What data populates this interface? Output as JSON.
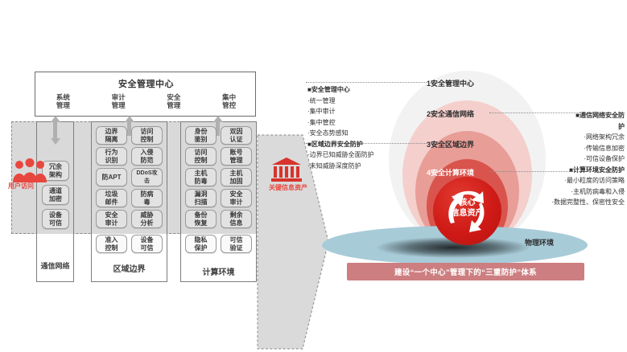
{
  "left_diagram": {
    "smc": {
      "title": "安全管理中心",
      "columns": [
        {
          "line1": "系统",
          "line2": "管理"
        },
        {
          "line1": "审计",
          "line2": "管理"
        },
        {
          "line1": "安全",
          "line2": "管理"
        },
        {
          "line1": "集中",
          "line2": "管控"
        }
      ]
    },
    "user_icon_label": "用户访问",
    "asset_icon_label": "关键信息资产",
    "zones": [
      {
        "name": "通信网络",
        "items": [
          [
            "冗余",
            "架构"
          ],
          [
            "通道",
            "加密"
          ],
          [
            "设备",
            "可信"
          ]
        ]
      },
      {
        "name": "区域边界",
        "col_a": [
          [
            "边界",
            "隔离"
          ],
          [
            "行为",
            "识别"
          ],
          [
            "防APT",
            ""
          ],
          [
            "垃圾",
            "邮件"
          ],
          [
            "安全",
            "审计"
          ],
          [
            "准入",
            "控制"
          ]
        ],
        "col_b": [
          [
            "访问",
            "控制"
          ],
          [
            "入侵",
            "防范"
          ],
          [
            "DDoS攻",
            "击"
          ],
          [
            "防病",
            "毒"
          ],
          [
            "威胁",
            "分析"
          ],
          [
            "设备",
            "可信"
          ]
        ]
      },
      {
        "name": "计算环境",
        "col_a": [
          [
            "身份",
            "鉴别"
          ],
          [
            "访问",
            "控制"
          ],
          [
            "主机",
            "防毒"
          ],
          [
            "漏洞",
            "扫描"
          ],
          [
            "备份",
            "恢复"
          ],
          [
            "隐私",
            "保护"
          ]
        ],
        "col_b": [
          [
            "双因",
            "认证"
          ],
          [
            "账号",
            "管理"
          ],
          [
            "主机",
            "加固"
          ],
          [
            "安全",
            "审计"
          ],
          [
            "剩余",
            "信息"
          ],
          [
            "可信",
            "验证"
          ]
        ]
      }
    ]
  },
  "right_diagram": {
    "rings": [
      {
        "label": "1安全管理中心",
        "color": "#f2f2f2"
      },
      {
        "label": "2安全通信网络",
        "color": "#f3cecb"
      },
      {
        "label": "3安全区域边界",
        "color": "#e79b96"
      },
      {
        "label": "4安全计算环境",
        "color": "#d9544c"
      }
    ],
    "core": {
      "line1": "核心",
      "line2": "信息资产"
    },
    "physical_label": "物理环境",
    "left_annotations": [
      {
        "type": "head",
        "text": "■安全管理中心"
      },
      {
        "type": "item",
        "text": "·统一管理"
      },
      {
        "type": "item",
        "text": "·集中审计"
      },
      {
        "type": "item",
        "text": "·集中管控"
      },
      {
        "type": "item",
        "text": "·安全态势感知"
      },
      {
        "type": "head",
        "text": "■区域边界安全防护"
      },
      {
        "type": "item",
        "text": "·边界已知威胁全面防护"
      },
      {
        "type": "item",
        "text": "·未知威胁深度防护"
      }
    ],
    "right_annotations": [
      {
        "type": "head",
        "text": "■通信网络安全防"
      },
      {
        "type": "head2",
        "text": "护"
      },
      {
        "type": "item",
        "text": "·网络架构冗余"
      },
      {
        "type": "item",
        "text": "·传输信息加密"
      },
      {
        "type": "item",
        "text": "·可信设备保护"
      },
      {
        "type": "head",
        "text": "■计算环境安全防护"
      },
      {
        "type": "item",
        "text": "·最小粒度的访问策略"
      },
      {
        "type": "item",
        "text": "·主机防病毒和入侵"
      },
      {
        "type": "item",
        "text": "·数据完整性、保密性安全"
      }
    ],
    "banner": "建设“一个中心”管理下的“三重防护”体系"
  },
  "colors": {
    "accent_red": "#cf1a16",
    "icon_red": "#e8473f",
    "banner_bg": "#cd7e80",
    "panel_grey": "#d9d9d9",
    "physical_blue": "#a8cbd8"
  }
}
